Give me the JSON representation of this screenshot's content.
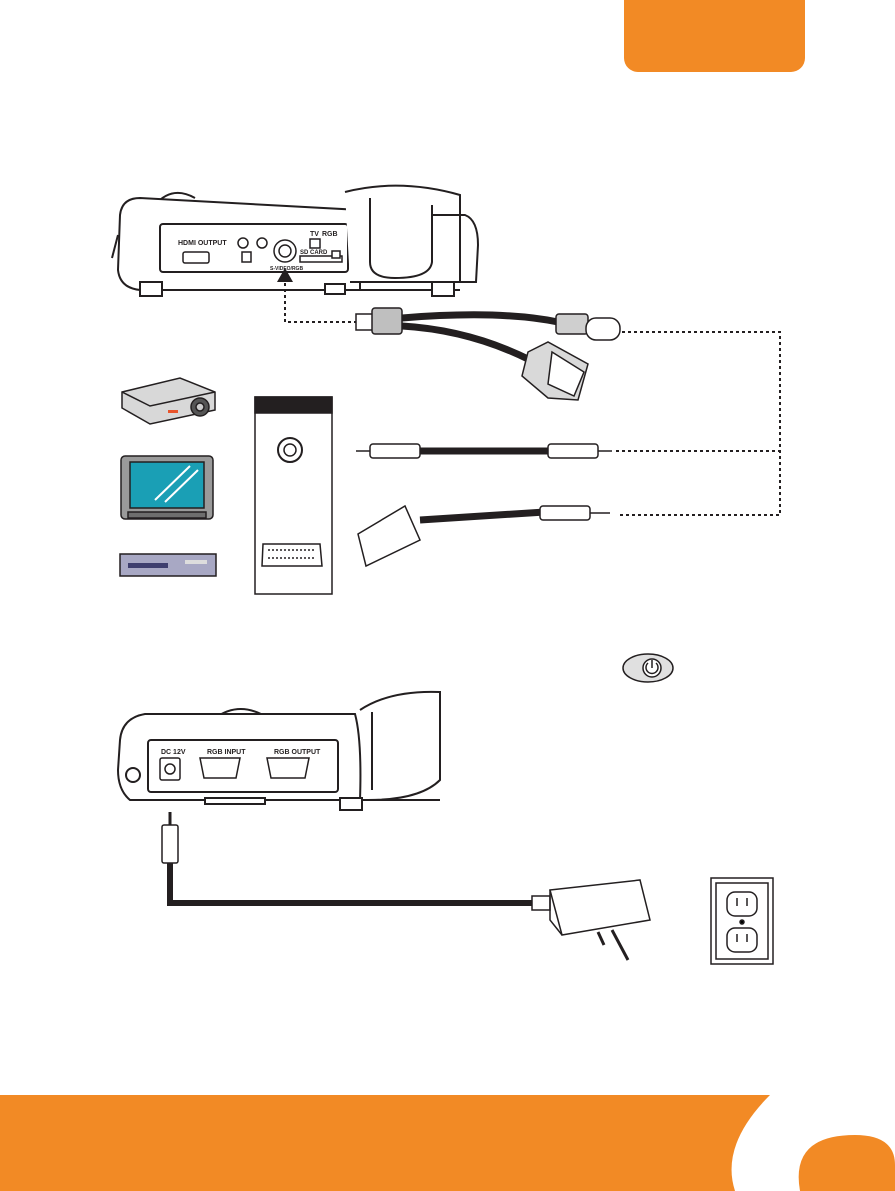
{
  "labels": {
    "hdmi_output": "HDMI OUTPUT",
    "sdcard": "SD CARD",
    "tv": "TV",
    "rgb": "RGB",
    "svideo": "S-VIDEO/RGB",
    "dc12v": "DC 12V",
    "rgb_input": "RGB INPUT",
    "rgb_output": "RGB OUTPUT"
  },
  "colors": {
    "accent": "#f28a25",
    "line": "#231f20",
    "screen": "#1a9fb5"
  },
  "icons": [
    "power-button-icon",
    "projector-icon",
    "tv-icon",
    "dvd-player-icon",
    "power-adapter-icon",
    "wall-outlet-icon"
  ]
}
